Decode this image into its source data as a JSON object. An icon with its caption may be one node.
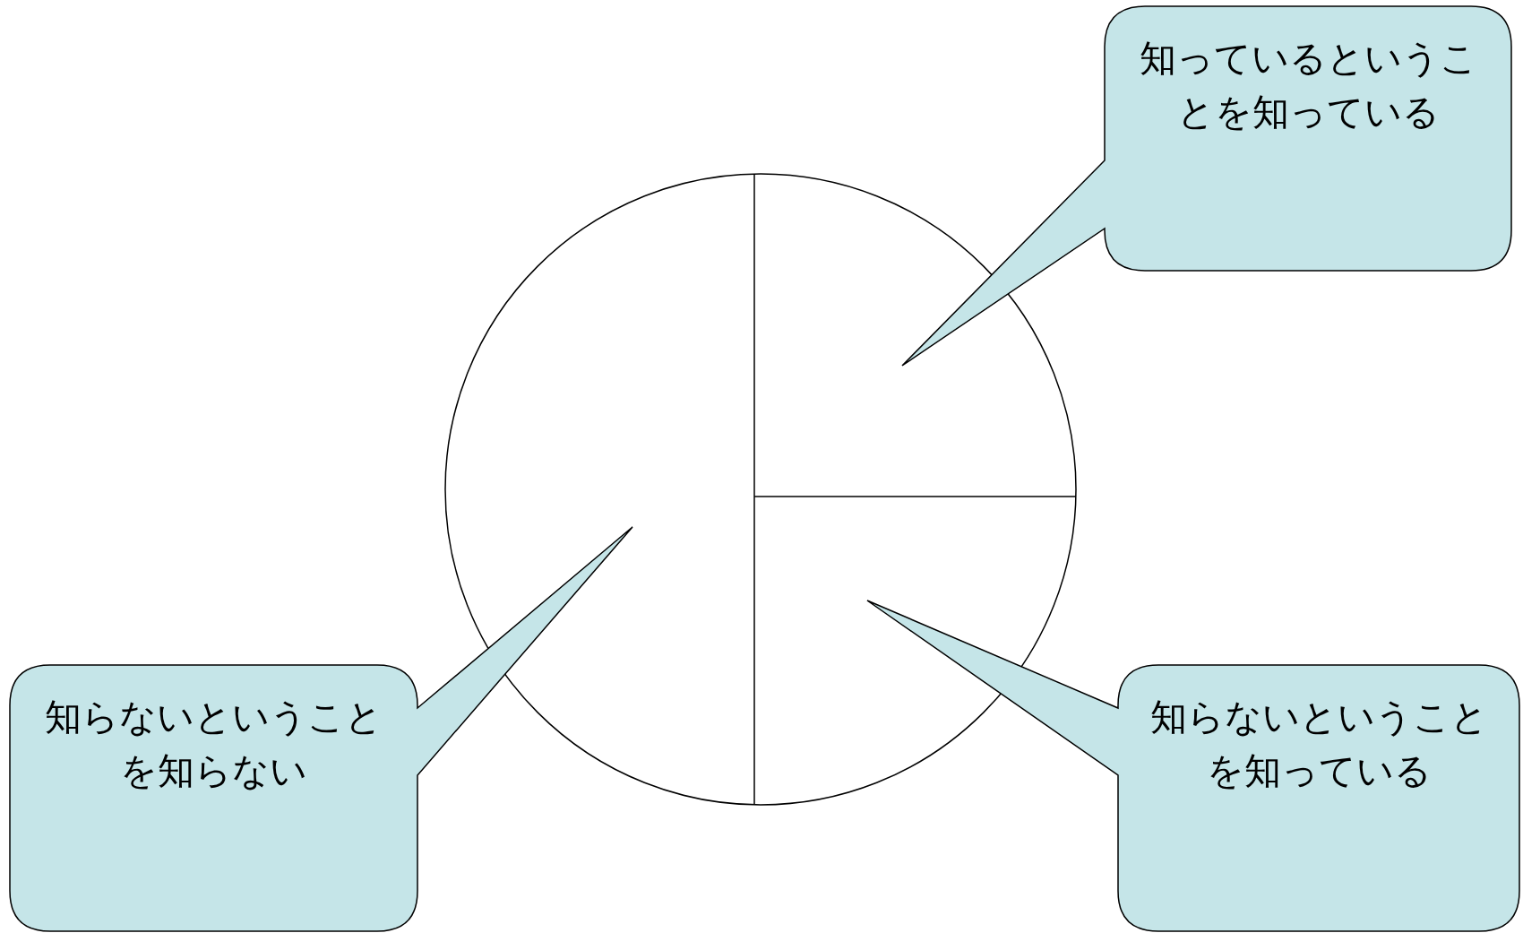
{
  "diagram": {
    "nodes": [
      {
        "text": [
          "知っているということを知っている"
        ]
      },
      {
        "text": [
          "知らないということを知らない"
        ]
      },
      {
        "text": [
          "知らないということを知っている"
        ]
      }
    ]
  }
}
